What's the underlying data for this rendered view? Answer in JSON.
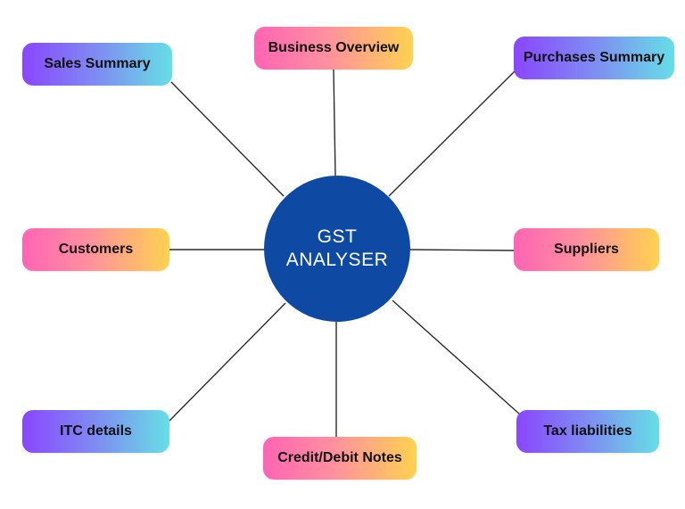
{
  "hub": {
    "label": "GST\nANALYSER",
    "color": "#0e4aa3"
  },
  "nodes": {
    "sales_summary": "Sales Summary",
    "business_overview": "Business Overview",
    "purchases_summary": "Purchases Summary",
    "customers": "Customers",
    "suppliers": "Suppliers",
    "itc_details": "ITC details",
    "credit_debit_notes": "Credit/Debit Notes",
    "tax_liabilities": "Tax liabilities"
  },
  "colors": {
    "warm_gradient": [
      "#ff64b4",
      "#ff8fa0",
      "#ffd24f"
    ],
    "cool_gradient": [
      "#8a46ff",
      "#7f8cf2",
      "#66dfe6"
    ],
    "connector": "#2b2b2b"
  }
}
